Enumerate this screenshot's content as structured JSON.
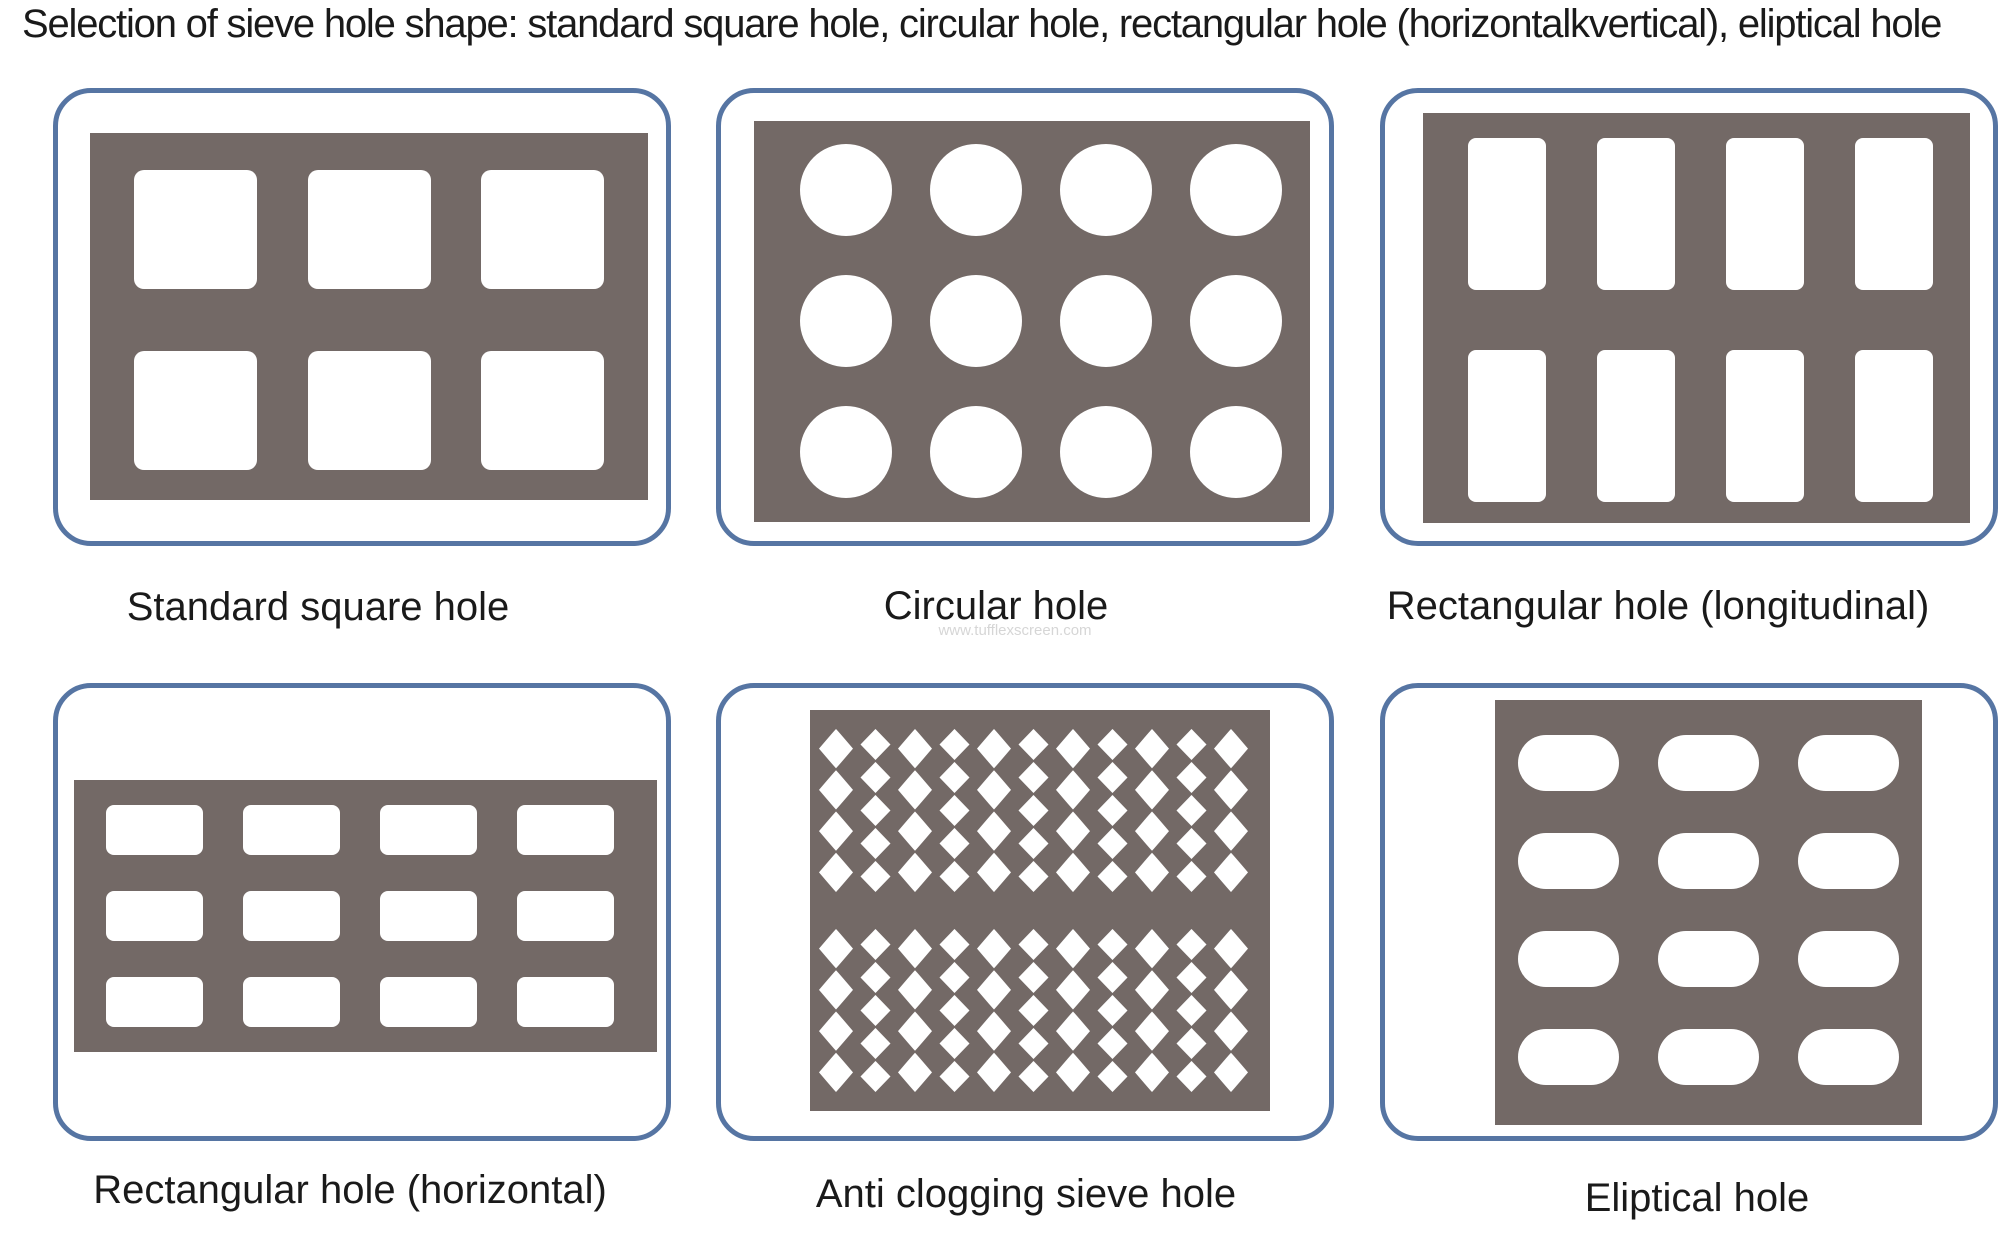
{
  "title": "Selection of sieve hole shape: standard square hole, circular hole, rectangular hole (horizontalkvertical), eliptical hole",
  "watermark": "www.tufflexscreen.com",
  "colors": {
    "plate": "#736966",
    "border": "#5675a3",
    "hole": "#ffffff"
  },
  "panels": [
    {
      "caption": "Standard square hole",
      "shape": "square",
      "rows": 2,
      "cols": 3
    },
    {
      "caption": "Circular hole",
      "shape": "circle",
      "rows": 3,
      "cols": 4
    },
    {
      "caption": "Rectangular hole (longitudinal)",
      "shape": "rect-vertical",
      "rows": 2,
      "cols": 4
    },
    {
      "caption": "Rectangular hole (horizontal)",
      "shape": "rect-horizontal",
      "rows": 3,
      "cols": 4
    },
    {
      "caption": "Anti clogging sieve hole",
      "shape": "diamond-chain",
      "rows": 2,
      "cols": 11
    },
    {
      "caption": "Eliptical hole",
      "shape": "ellipse",
      "rows": 4,
      "cols": 3
    }
  ]
}
